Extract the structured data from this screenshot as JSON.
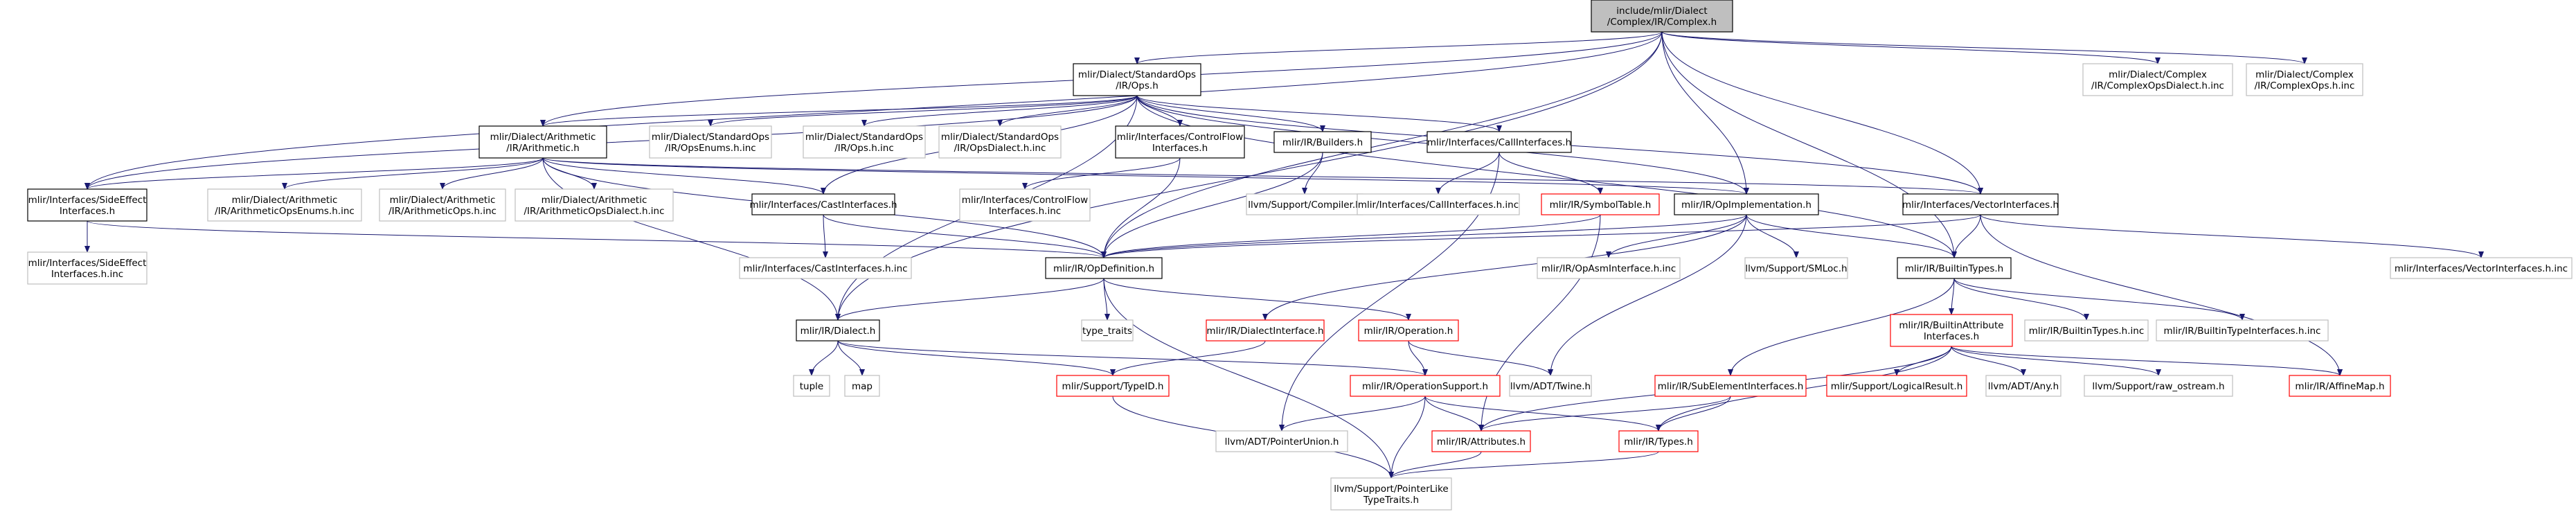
{
  "graph": {
    "nodes": [
      {
        "id": "complex_h",
        "lines": [
          "include/mlir/Dialect",
          "/Complex/IR/Complex.h"
        ],
        "style": "root"
      },
      {
        "id": "std_ops_h",
        "lines": [
          "mlir/Dialect/StandardOps",
          "/IR/Ops.h"
        ],
        "style": "normal"
      },
      {
        "id": "complex_ops_dialect_inc",
        "lines": [
          "mlir/Dialect/Complex",
          "/IR/ComplexOpsDialect.h.inc"
        ],
        "style": "external"
      },
      {
        "id": "complex_ops_inc",
        "lines": [
          "mlir/Dialect/Complex",
          "/IR/ComplexOps.h.inc"
        ],
        "style": "external"
      },
      {
        "id": "arith_h",
        "lines": [
          "mlir/Dialect/Arithmetic",
          "/IR/Arithmetic.h"
        ],
        "style": "normal"
      },
      {
        "id": "std_enums_inc",
        "lines": [
          "mlir/Dialect/StandardOps",
          "/IR/OpsEnums.h.inc"
        ],
        "style": "external"
      },
      {
        "id": "std_ops_inc",
        "lines": [
          "mlir/Dialect/StandardOps",
          "/IR/Ops.h.inc"
        ],
        "style": "external"
      },
      {
        "id": "std_dialect_inc",
        "lines": [
          "mlir/Dialect/StandardOps",
          "/IR/OpsDialect.h.inc"
        ],
        "style": "external"
      },
      {
        "id": "controlflow_h",
        "lines": [
          "mlir/Interfaces/ControlFlow",
          "Interfaces.h"
        ],
        "style": "normal"
      },
      {
        "id": "builders_h",
        "lines": [
          "mlir/IR/Builders.h"
        ],
        "style": "normal"
      },
      {
        "id": "callif_h",
        "lines": [
          "mlir/Interfaces/CallInterfaces.h"
        ],
        "style": "normal"
      },
      {
        "id": "sideeffect_h",
        "lines": [
          "mlir/Interfaces/SideEffect",
          "Interfaces.h"
        ],
        "style": "normal"
      },
      {
        "id": "arith_enums_inc",
        "lines": [
          "mlir/Dialect/Arithmetic",
          "/IR/ArithmeticOpsEnums.h.inc"
        ],
        "style": "external"
      },
      {
        "id": "arith_ops_inc",
        "lines": [
          "mlir/Dialect/Arithmetic",
          "/IR/ArithmeticOps.h.inc"
        ],
        "style": "external"
      },
      {
        "id": "arith_dialect_inc",
        "lines": [
          "mlir/Dialect/Arithmetic",
          "/IR/ArithmeticOpsDialect.h.inc"
        ],
        "style": "external"
      },
      {
        "id": "castif_h",
        "lines": [
          "mlir/Interfaces/CastInterfaces.h"
        ],
        "style": "normal"
      },
      {
        "id": "controlflow_inc",
        "lines": [
          "mlir/Interfaces/ControlFlow",
          "Interfaces.h.inc"
        ],
        "style": "external"
      },
      {
        "id": "compiler_h",
        "lines": [
          "llvm/Support/Compiler.h"
        ],
        "style": "external"
      },
      {
        "id": "callif_inc",
        "lines": [
          "mlir/Interfaces/CallInterfaces.h.inc"
        ],
        "style": "external"
      },
      {
        "id": "symboltable_h",
        "lines": [
          "mlir/IR/SymbolTable.h"
        ],
        "style": "truncated"
      },
      {
        "id": "opimpl_h",
        "lines": [
          "mlir/IR/OpImplementation.h"
        ],
        "style": "normal"
      },
      {
        "id": "vectorif_h",
        "lines": [
          "mlir/Interfaces/VectorInterfaces.h"
        ],
        "style": "normal"
      },
      {
        "id": "sideeffect_inc",
        "lines": [
          "mlir/Interfaces/SideEffect",
          "Interfaces.h.inc"
        ],
        "style": "external"
      },
      {
        "id": "castif_inc",
        "lines": [
          "mlir/Interfaces/CastInterfaces.h.inc"
        ],
        "style": "external"
      },
      {
        "id": "opdef_h",
        "lines": [
          "mlir/IR/OpDefinition.h"
        ],
        "style": "normal"
      },
      {
        "id": "opasm_inc",
        "lines": [
          "mlir/IR/OpAsmInterface.h.inc"
        ],
        "style": "external"
      },
      {
        "id": "smloc_h",
        "lines": [
          "llvm/Support/SMLoc.h"
        ],
        "style": "external"
      },
      {
        "id": "builtintypes_h",
        "lines": [
          "mlir/IR/BuiltinTypes.h"
        ],
        "style": "normal"
      },
      {
        "id": "vectorif_inc",
        "lines": [
          "mlir/Interfaces/VectorInterfaces.h.inc"
        ],
        "style": "external"
      },
      {
        "id": "type_traits",
        "lines": [
          "type_traits"
        ],
        "style": "external"
      },
      {
        "id": "dialectif_h",
        "lines": [
          "mlir/IR/DialectInterface.h"
        ],
        "style": "truncated"
      },
      {
        "id": "operation_h",
        "lines": [
          "mlir/IR/Operation.h"
        ],
        "style": "truncated"
      },
      {
        "id": "builtinattrif_h",
        "lines": [
          "mlir/IR/BuiltinAttribute",
          "Interfaces.h"
        ],
        "style": "truncated"
      },
      {
        "id": "builtintypes_inc",
        "lines": [
          "mlir/IR/BuiltinTypes.h.inc"
        ],
        "style": "external"
      },
      {
        "id": "builtintypeif_inc",
        "lines": [
          "mlir/IR/BuiltinTypeInterfaces.h.inc"
        ],
        "style": "external"
      },
      {
        "id": "dialect_h",
        "lines": [
          "mlir/IR/Dialect.h"
        ],
        "style": "normal"
      },
      {
        "id": "twine_h",
        "lines": [
          "llvm/ADT/Twine.h"
        ],
        "style": "external"
      },
      {
        "id": "subelement_h",
        "lines": [
          "mlir/IR/SubElementInterfaces.h"
        ],
        "style": "truncated"
      },
      {
        "id": "logicalresult_h",
        "lines": [
          "mlir/Support/LogicalResult.h"
        ],
        "style": "truncated"
      },
      {
        "id": "any_h",
        "lines": [
          "llvm/ADT/Any.h"
        ],
        "style": "external"
      },
      {
        "id": "raw_ostream_h",
        "lines": [
          "llvm/Support/raw_ostream.h"
        ],
        "style": "external"
      },
      {
        "id": "affinemap_h",
        "lines": [
          "mlir/IR/AffineMap.h"
        ],
        "style": "truncated"
      },
      {
        "id": "tuple",
        "lines": [
          "tuple"
        ],
        "style": "external"
      },
      {
        "id": "map",
        "lines": [
          "map"
        ],
        "style": "external"
      },
      {
        "id": "typeid_h",
        "lines": [
          "mlir/Support/TypeID.h"
        ],
        "style": "truncated"
      },
      {
        "id": "opsupport_h",
        "lines": [
          "mlir/IR/OperationSupport.h"
        ],
        "style": "truncated"
      },
      {
        "id": "pointerunion_h",
        "lines": [
          "llvm/ADT/PointerUnion.h"
        ],
        "style": "external"
      },
      {
        "id": "attributes_h",
        "lines": [
          "mlir/IR/Attributes.h"
        ],
        "style": "truncated"
      },
      {
        "id": "types_h",
        "lines": [
          "mlir/IR/Types.h"
        ],
        "style": "truncated"
      },
      {
        "id": "ptrlike_h",
        "lines": [
          "llvm/Support/PointerLike",
          "TypeTraits.h"
        ],
        "style": "external"
      }
    ],
    "edges": [
      [
        "complex_h",
        "std_ops_h"
      ],
      [
        "complex_h",
        "complex_ops_dialect_inc"
      ],
      [
        "complex_h",
        "complex_ops_inc"
      ],
      [
        "complex_h",
        "arith_h"
      ],
      [
        "complex_h",
        "sideeffect_h"
      ],
      [
        "complex_h",
        "opdef_h"
      ],
      [
        "complex_h",
        "opimpl_h"
      ],
      [
        "complex_h",
        "vectorif_h"
      ],
      [
        "complex_h",
        "builtintypes_h"
      ],
      [
        "complex_h",
        "dialect_h"
      ],
      [
        "std_ops_h",
        "arith_h"
      ],
      [
        "std_ops_h",
        "std_enums_inc"
      ],
      [
        "std_ops_h",
        "std_ops_inc"
      ],
      [
        "std_ops_h",
        "std_dialect_inc"
      ],
      [
        "std_ops_h",
        "controlflow_h"
      ],
      [
        "std_ops_h",
        "builders_h"
      ],
      [
        "std_ops_h",
        "callif_h"
      ],
      [
        "std_ops_h",
        "sideeffect_h"
      ],
      [
        "std_ops_h",
        "castif_h"
      ],
      [
        "std_ops_h",
        "opimpl_h"
      ],
      [
        "std_ops_h",
        "vectorif_h"
      ],
      [
        "std_ops_h",
        "builtintypes_h"
      ],
      [
        "std_ops_h",
        "dialect_h"
      ],
      [
        "arith_h",
        "sideeffect_h"
      ],
      [
        "arith_h",
        "arith_enums_inc"
      ],
      [
        "arith_h",
        "arith_ops_inc"
      ],
      [
        "arith_h",
        "arith_dialect_inc"
      ],
      [
        "arith_h",
        "castif_h"
      ],
      [
        "arith_h",
        "opdef_h"
      ],
      [
        "arith_h",
        "opimpl_h"
      ],
      [
        "arith_h",
        "vectorif_h"
      ],
      [
        "arith_h",
        "dialect_h"
      ],
      [
        "controlflow_h",
        "controlflow_inc"
      ],
      [
        "controlflow_h",
        "opdef_h"
      ],
      [
        "builders_h",
        "compiler_h"
      ],
      [
        "builders_h",
        "opdef_h"
      ],
      [
        "callif_h",
        "callif_inc"
      ],
      [
        "callif_h",
        "symboltable_h"
      ],
      [
        "callif_h",
        "pointerunion_h"
      ],
      [
        "sideeffect_h",
        "sideeffect_inc"
      ],
      [
        "sideeffect_h",
        "opdef_h"
      ],
      [
        "castif_h",
        "castif_inc"
      ],
      [
        "castif_h",
        "opdef_h"
      ],
      [
        "symboltable_h",
        "opdef_h"
      ],
      [
        "symboltable_h",
        "attributes_h"
      ],
      [
        "opimpl_h",
        "opdef_h"
      ],
      [
        "opimpl_h",
        "opasm_inc"
      ],
      [
        "opimpl_h",
        "smloc_h"
      ],
      [
        "opimpl_h",
        "builtintypes_h"
      ],
      [
        "opimpl_h",
        "dialectif_h"
      ],
      [
        "opimpl_h",
        "twine_h"
      ],
      [
        "vectorif_h",
        "opdef_h"
      ],
      [
        "vectorif_h",
        "builtintypes_h"
      ],
      [
        "vectorif_h",
        "vectorif_inc"
      ],
      [
        "vectorif_h",
        "affinemap_h"
      ],
      [
        "opdef_h",
        "type_traits"
      ],
      [
        "opdef_h",
        "operation_h"
      ],
      [
        "opdef_h",
        "dialect_h"
      ],
      [
        "opdef_h",
        "ptrlike_h"
      ],
      [
        "builtintypes_h",
        "builtinattrif_h"
      ],
      [
        "builtintypes_h",
        "builtintypes_inc"
      ],
      [
        "builtintypes_h",
        "builtintypeif_inc"
      ],
      [
        "builtintypes_h",
        "subelement_h"
      ],
      [
        "dialectif_h",
        "typeid_h"
      ],
      [
        "operation_h",
        "opsupport_h"
      ],
      [
        "operation_h",
        "twine_h"
      ],
      [
        "builtinattrif_h",
        "attributes_h"
      ],
      [
        "builtinattrif_h",
        "logicalresult_h"
      ],
      [
        "builtinattrif_h",
        "any_h"
      ],
      [
        "builtinattrif_h",
        "raw_ostream_h"
      ],
      [
        "builtinattrif_h",
        "affinemap_h"
      ],
      [
        "builtinattrif_h",
        "types_h"
      ],
      [
        "dialect_h",
        "tuple"
      ],
      [
        "dialect_h",
        "map"
      ],
      [
        "dialect_h",
        "typeid_h"
      ],
      [
        "dialect_h",
        "opsupport_h"
      ],
      [
        "subelement_h",
        "attributes_h"
      ],
      [
        "subelement_h",
        "types_h"
      ],
      [
        "opsupport_h",
        "pointerunion_h"
      ],
      [
        "opsupport_h",
        "attributes_h"
      ],
      [
        "opsupport_h",
        "types_h"
      ],
      [
        "opsupport_h",
        "ptrlike_h"
      ],
      [
        "typeid_h",
        "ptrlike_h"
      ],
      [
        "attributes_h",
        "ptrlike_h"
      ],
      [
        "types_h",
        "ptrlike_h"
      ]
    ]
  },
  "colors": {
    "root_fill": "#bfbfbf",
    "node_border": "#000000",
    "external_border": "#bfbfbf",
    "truncated_border": "#ff0000",
    "edge": "#191970",
    "text": "#000000",
    "background": "#ffffff"
  }
}
